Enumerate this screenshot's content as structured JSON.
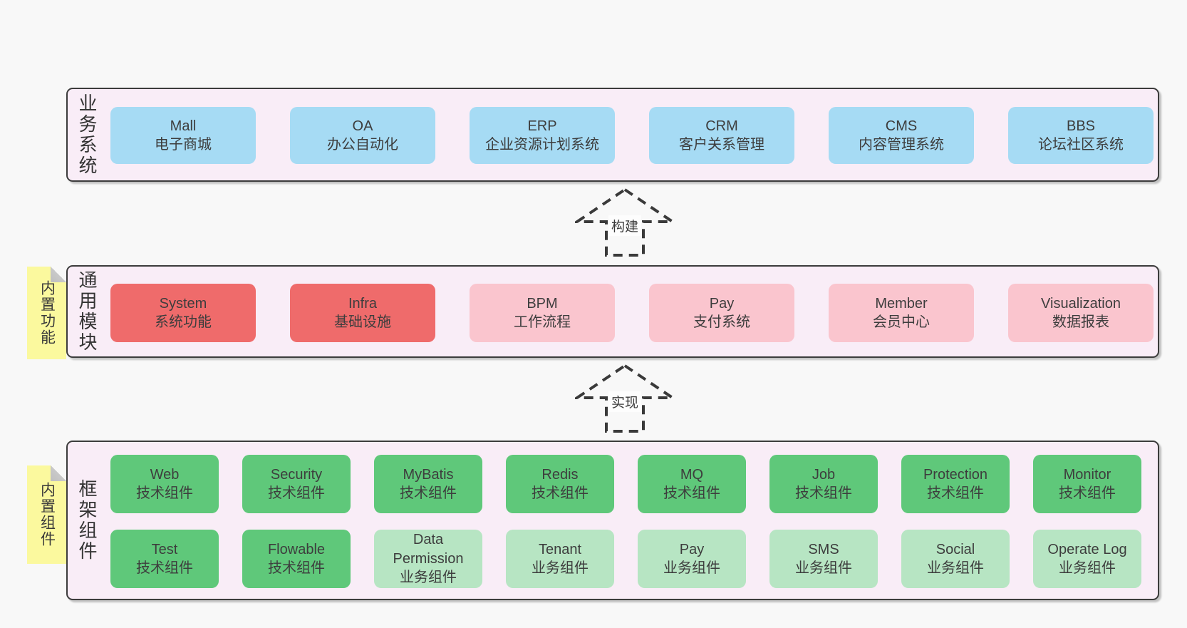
{
  "page": {
    "background": "#f8f8f8"
  },
  "colors": {
    "container_fill": "#f9edf7",
    "container_border": "#3c3c3c",
    "business_box": "#a6dbf4",
    "core_module_box": "#ef6b6b",
    "optional_module_box": "#fac5ce",
    "tech_component_box": "#5fc87a",
    "biz_component_box": "#b7e5c3",
    "sticky_note": "#fbf99e",
    "text": "#3d3d3d"
  },
  "layers": {
    "business": {
      "label": "业务系统",
      "boxes": [
        {
          "en": "Mall",
          "zh": "电子商城"
        },
        {
          "en": "OA",
          "zh": "办公自动化"
        },
        {
          "en": "ERP",
          "zh": "企业资源计划系统"
        },
        {
          "en": "CRM",
          "zh": "客户关系管理"
        },
        {
          "en": "CMS",
          "zh": "内容管理系统"
        },
        {
          "en": "BBS",
          "zh": "论坛社区系统"
        }
      ]
    },
    "modules": {
      "note": "内置功能",
      "label": "通用模块",
      "boxes": [
        {
          "en": "System",
          "zh": "系统功能"
        },
        {
          "en": "Infra",
          "zh": "基础设施"
        },
        {
          "en": "BPM",
          "zh": "工作流程"
        },
        {
          "en": "Pay",
          "zh": "支付系统"
        },
        {
          "en": "Member",
          "zh": "会员中心"
        },
        {
          "en": "Visualization",
          "zh": "数据报表"
        }
      ]
    },
    "framework": {
      "note": "内置组件",
      "label": "框架组件",
      "row1": [
        {
          "en": "Web",
          "zh": "技术组件"
        },
        {
          "en": "Security",
          "zh": "技术组件"
        },
        {
          "en": "MyBatis",
          "zh": "技术组件"
        },
        {
          "en": "Redis",
          "zh": "技术组件"
        },
        {
          "en": "MQ",
          "zh": "技术组件"
        },
        {
          "en": "Job",
          "zh": "技术组件"
        },
        {
          "en": "Protection",
          "zh": "技术组件"
        },
        {
          "en": "Monitor",
          "zh": "技术组件"
        }
      ],
      "row2": [
        {
          "en": "Test",
          "zh": "技术组件"
        },
        {
          "en": "Flowable",
          "zh": "技术组件"
        },
        {
          "en": "Data Permission",
          "zh": "业务组件"
        },
        {
          "en": "Tenant",
          "zh": "业务组件"
        },
        {
          "en": "Pay",
          "zh": "业务组件"
        },
        {
          "en": "SMS",
          "zh": "业务组件"
        },
        {
          "en": "Social",
          "zh": "业务组件"
        },
        {
          "en": "Operate Log",
          "zh": "业务组件"
        }
      ]
    }
  },
  "arrows": {
    "build": "构建",
    "implement": "实现"
  }
}
